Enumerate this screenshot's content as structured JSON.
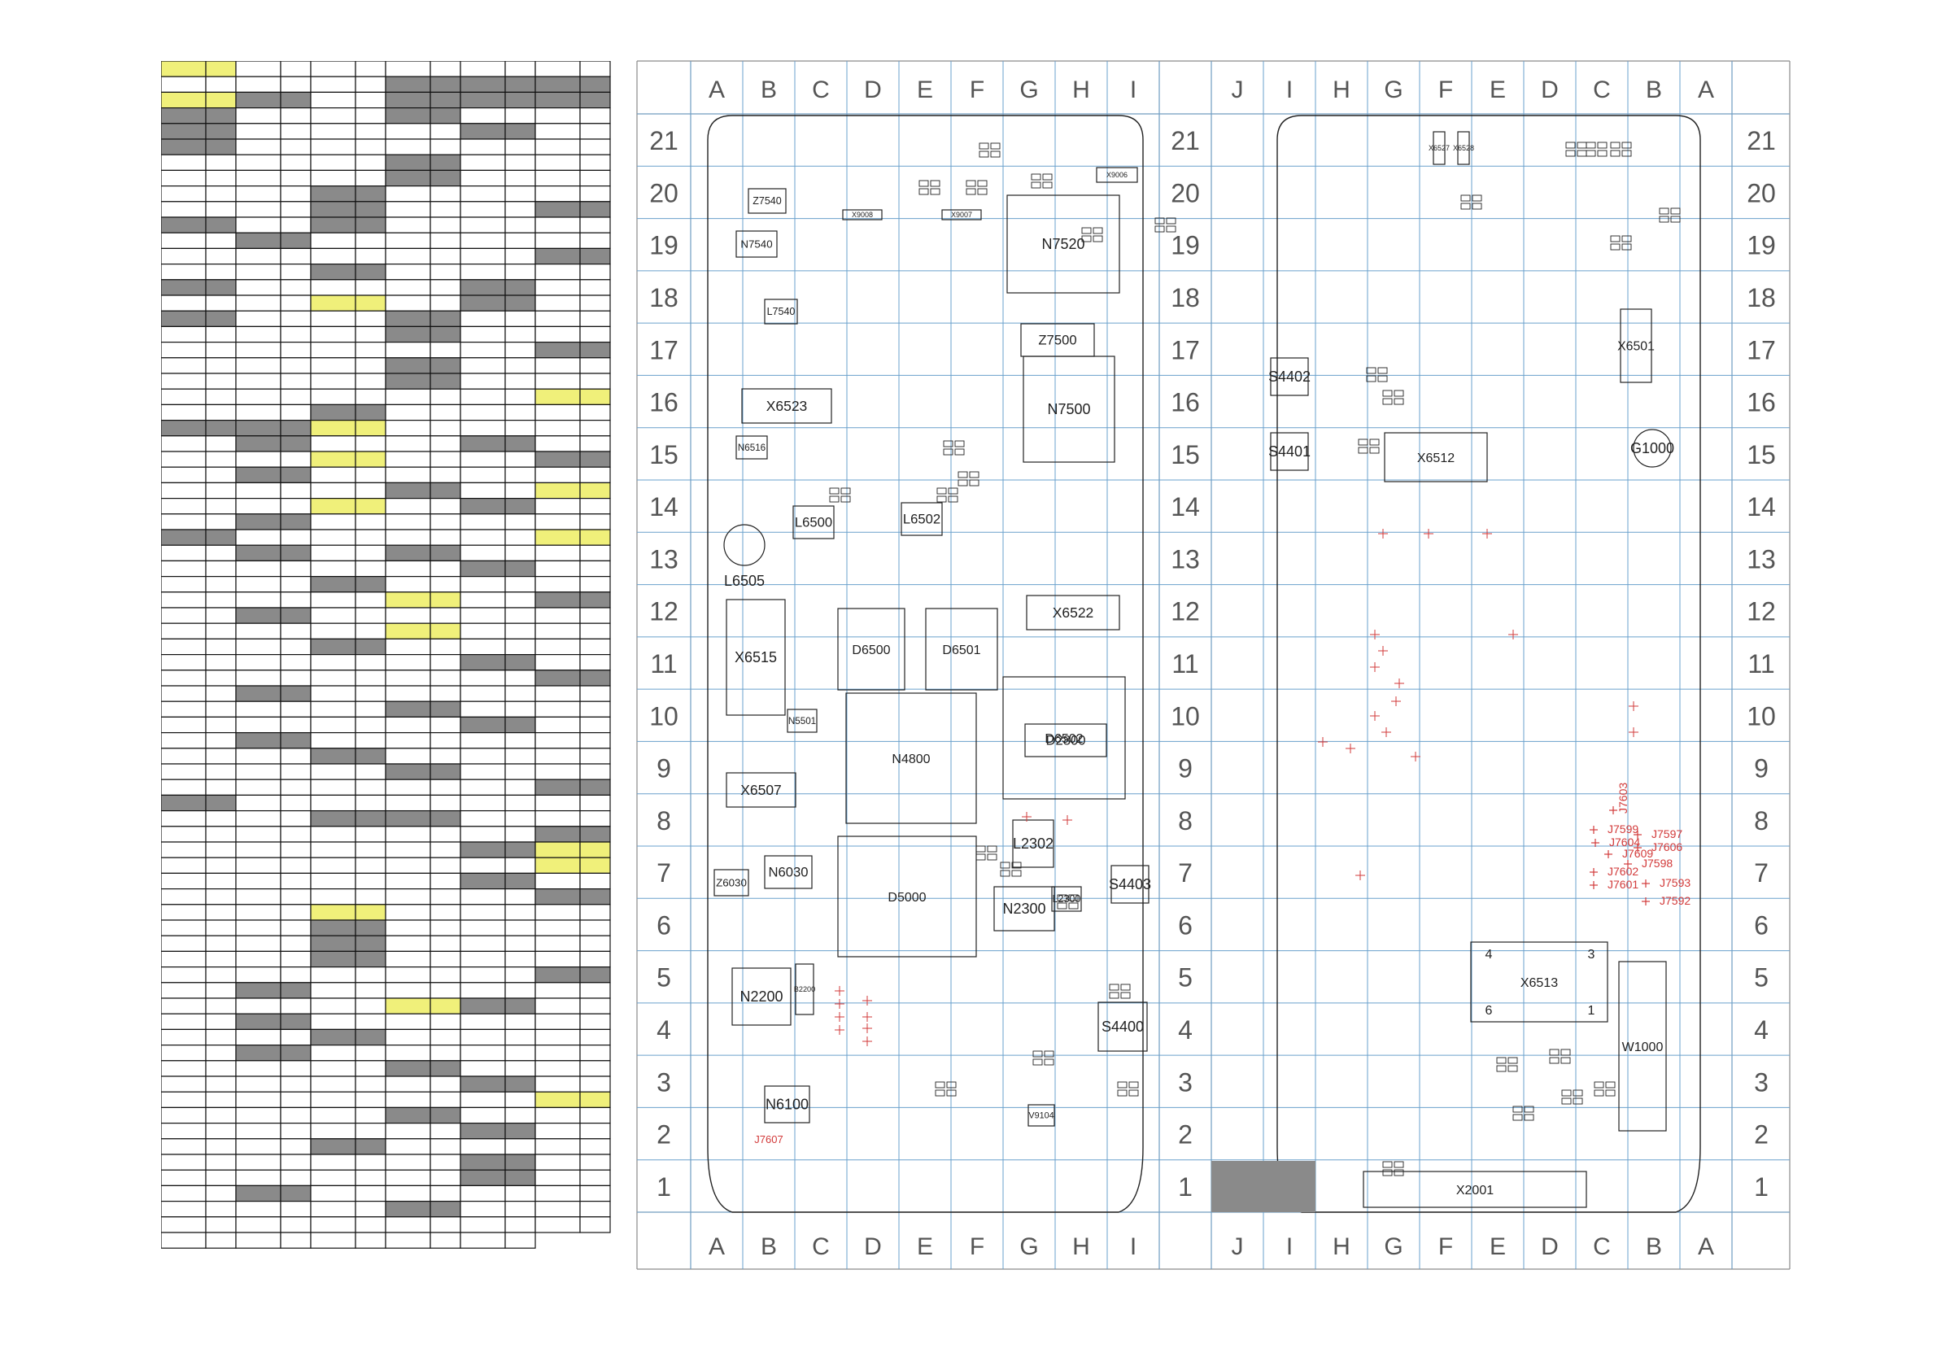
{
  "colors": {
    "grid": "#6aa0cc",
    "ink": "#222222",
    "cell_dark": "#8a8a8a",
    "cell_yellow": "#f0f07a",
    "test_point": "#d23a3a",
    "frame": "#8a8a8a"
  },
  "sheet": {
    "columns_left": [
      "A",
      "B",
      "C",
      "D",
      "E",
      "F",
      "G",
      "H",
      "I"
    ],
    "columns_right": [
      "J",
      "I",
      "H",
      "G",
      "F",
      "E",
      "D",
      "C",
      "B",
      "A"
    ],
    "rows": [
      "21",
      "20",
      "19",
      "18",
      "17",
      "16",
      "15",
      "14",
      "13",
      "12",
      "11",
      "10",
      "9",
      "8",
      "7",
      "6",
      "5",
      "4",
      "3",
      "2",
      "1"
    ]
  },
  "table": {
    "rows": 76,
    "cols": 12,
    "dark_cells": [
      [
        2,
        2
      ],
      [
        2,
        3
      ],
      [
        2,
        6
      ],
      [
        2,
        7
      ],
      [
        2,
        8
      ],
      [
        2,
        9
      ],
      [
        2,
        10
      ],
      [
        2,
        11
      ],
      [
        1,
        6
      ],
      [
        1,
        7
      ],
      [
        1,
        8
      ],
      [
        1,
        9
      ],
      [
        1,
        10
      ],
      [
        1,
        11
      ],
      [
        3,
        0
      ],
      [
        3,
        1
      ],
      [
        3,
        6
      ],
      [
        3,
        7
      ],
      [
        4,
        0
      ],
      [
        4,
        1
      ],
      [
        4,
        8
      ],
      [
        4,
        9
      ],
      [
        5,
        0
      ],
      [
        5,
        1
      ],
      [
        6,
        6
      ],
      [
        6,
        7
      ],
      [
        7,
        6
      ],
      [
        7,
        7
      ],
      [
        8,
        4
      ],
      [
        8,
        5
      ],
      [
        9,
        4
      ],
      [
        9,
        5
      ],
      [
        9,
        10
      ],
      [
        9,
        11
      ],
      [
        10,
        0
      ],
      [
        10,
        1
      ],
      [
        10,
        4
      ],
      [
        10,
        5
      ],
      [
        11,
        2
      ],
      [
        11,
        3
      ],
      [
        12,
        10
      ],
      [
        12,
        11
      ],
      [
        13,
        4
      ],
      [
        13,
        5
      ],
      [
        14,
        0
      ],
      [
        14,
        1
      ],
      [
        14,
        8
      ],
      [
        14,
        9
      ],
      [
        15,
        8
      ],
      [
        15,
        9
      ],
      [
        16,
        0
      ],
      [
        16,
        1
      ],
      [
        16,
        6
      ],
      [
        16,
        7
      ],
      [
        17,
        6
      ],
      [
        17,
        7
      ],
      [
        18,
        10
      ],
      [
        18,
        11
      ],
      [
        19,
        6
      ],
      [
        19,
        7
      ],
      [
        20,
        6
      ],
      [
        20,
        7
      ],
      [
        21,
        10
      ],
      [
        21,
        11
      ],
      [
        22,
        4
      ],
      [
        22,
        5
      ],
      [
        23,
        0
      ],
      [
        23,
        1
      ],
      [
        23,
        2
      ],
      [
        23,
        3
      ],
      [
        24,
        2
      ],
      [
        24,
        3
      ],
      [
        24,
        8
      ],
      [
        24,
        9
      ],
      [
        25,
        10
      ],
      [
        25,
        11
      ],
      [
        26,
        2
      ],
      [
        26,
        3
      ],
      [
        27,
        6
      ],
      [
        27,
        7
      ],
      [
        28,
        8
      ],
      [
        28,
        9
      ],
      [
        29,
        2
      ],
      [
        29,
        3
      ],
      [
        30,
        0
      ],
      [
        30,
        1
      ],
      [
        30,
        10
      ],
      [
        30,
        11
      ],
      [
        31,
        2
      ],
      [
        31,
        3
      ],
      [
        31,
        6
      ],
      [
        31,
        7
      ],
      [
        32,
        8
      ],
      [
        32,
        9
      ],
      [
        33,
        4
      ],
      [
        33,
        5
      ],
      [
        34,
        10
      ],
      [
        34,
        11
      ],
      [
        35,
        2
      ],
      [
        35,
        3
      ],
      [
        36,
        6
      ],
      [
        36,
        7
      ],
      [
        37,
        4
      ],
      [
        37,
        5
      ],
      [
        38,
        8
      ],
      [
        38,
        9
      ],
      [
        39,
        10
      ],
      [
        39,
        11
      ],
      [
        40,
        2
      ],
      [
        40,
        3
      ],
      [
        41,
        6
      ],
      [
        41,
        7
      ],
      [
        42,
        8
      ],
      [
        42,
        9
      ],
      [
        43,
        2
      ],
      [
        43,
        3
      ],
      [
        44,
        4
      ],
      [
        44,
        5
      ],
      [
        45,
        6
      ],
      [
        45,
        7
      ],
      [
        46,
        10
      ],
      [
        46,
        11
      ],
      [
        47,
        0
      ],
      [
        47,
        1
      ],
      [
        48,
        4
      ],
      [
        48,
        5
      ],
      [
        48,
        6
      ],
      [
        48,
        7
      ],
      [
        49,
        10
      ],
      [
        49,
        11
      ],
      [
        50,
        8
      ],
      [
        50,
        9
      ],
      [
        51,
        10
      ],
      [
        51,
        11
      ],
      [
        52,
        8
      ],
      [
        52,
        9
      ],
      [
        53,
        10
      ],
      [
        53,
        11
      ],
      [
        54,
        4
      ],
      [
        54,
        5
      ],
      [
        55,
        4
      ],
      [
        55,
        5
      ],
      [
        56,
        4
      ],
      [
        56,
        5
      ],
      [
        57,
        4
      ],
      [
        57,
        5
      ],
      [
        58,
        10
      ],
      [
        58,
        11
      ],
      [
        59,
        2
      ],
      [
        59,
        3
      ],
      [
        60,
        8
      ],
      [
        60,
        9
      ],
      [
        61,
        2
      ],
      [
        61,
        3
      ],
      [
        62,
        4
      ],
      [
        62,
        5
      ],
      [
        63,
        2
      ],
      [
        63,
        3
      ],
      [
        64,
        6
      ],
      [
        64,
        7
      ],
      [
        65,
        8
      ],
      [
        65,
        9
      ],
      [
        66,
        10
      ],
      [
        66,
        11
      ],
      [
        67,
        6
      ],
      [
        67,
        7
      ],
      [
        68,
        8
      ],
      [
        68,
        9
      ],
      [
        69,
        4
      ],
      [
        69,
        5
      ],
      [
        70,
        8
      ],
      [
        70,
        9
      ],
      [
        71,
        8
      ],
      [
        71,
        9
      ],
      [
        72,
        2
      ],
      [
        72,
        3
      ],
      [
        73,
        6
      ],
      [
        73,
        7
      ]
    ],
    "yellow_cells": [
      [
        0,
        0
      ],
      [
        0,
        1
      ],
      [
        2,
        0
      ],
      [
        2,
        1
      ],
      [
        15,
        4
      ],
      [
        15,
        5
      ],
      [
        21,
        10
      ],
      [
        21,
        11
      ],
      [
        23,
        4
      ],
      [
        23,
        5
      ],
      [
        25,
        4
      ],
      [
        25,
        5
      ],
      [
        27,
        10
      ],
      [
        27,
        11
      ],
      [
        28,
        4
      ],
      [
        28,
        5
      ],
      [
        30,
        10
      ],
      [
        30,
        11
      ],
      [
        34,
        6
      ],
      [
        34,
        7
      ],
      [
        36,
        6
      ],
      [
        36,
        7
      ],
      [
        50,
        10
      ],
      [
        50,
        11
      ],
      [
        51,
        10
      ],
      [
        51,
        11
      ],
      [
        54,
        4
      ],
      [
        54,
        5
      ],
      [
        60,
        6
      ],
      [
        60,
        7
      ],
      [
        66,
        10
      ],
      [
        66,
        11
      ]
    ]
  },
  "components": {
    "left": [
      {
        "ref": "Z7540"
      },
      {
        "ref": "N7540"
      },
      {
        "ref": "L7540"
      },
      {
        "ref": "X6523"
      },
      {
        "ref": "N6516"
      },
      {
        "ref": "L6500"
      },
      {
        "ref": "L6505"
      },
      {
        "ref": "X6515"
      },
      {
        "ref": "N5501"
      },
      {
        "ref": "X6507"
      },
      {
        "ref": "Z6030"
      },
      {
        "ref": "N6030"
      },
      {
        "ref": "N2200"
      },
      {
        "ref": "B2200"
      },
      {
        "ref": "N6100"
      },
      {
        "ref": "X9008"
      },
      {
        "ref": "X9007"
      },
      {
        "ref": "L6502"
      },
      {
        "ref": "D6500"
      },
      {
        "ref": "D6501"
      },
      {
        "ref": "N4800"
      },
      {
        "ref": "D5000"
      },
      {
        "ref": "N7520"
      },
      {
        "ref": "X9006"
      },
      {
        "ref": "Z7500"
      },
      {
        "ref": "N7500"
      },
      {
        "ref": "X6522"
      },
      {
        "ref": "D6502"
      },
      {
        "ref": "D2800"
      },
      {
        "ref": "L2302"
      },
      {
        "ref": "N2300"
      },
      {
        "ref": "L2300"
      },
      {
        "ref": "S4403"
      },
      {
        "ref": "S4400"
      },
      {
        "ref": "V9104"
      },
      {
        "ref": "J7607"
      }
    ],
    "right": [
      {
        "ref": "X6527"
      },
      {
        "ref": "X6528"
      },
      {
        "ref": "X6501"
      },
      {
        "ref": "S4402"
      },
      {
        "ref": "S4401"
      },
      {
        "ref": "X6512"
      },
      {
        "ref": "G1000"
      },
      {
        "ref": "X6513"
      },
      {
        "ref": "W1000"
      },
      {
        "ref": "X2001"
      }
    ],
    "pins": [
      "4",
      "3",
      "6",
      "1"
    ]
  },
  "test_points": [
    {
      "ref": "J7599"
    },
    {
      "ref": "J7604"
    },
    {
      "ref": "J7609"
    },
    {
      "ref": "J7597"
    },
    {
      "ref": "J7606"
    },
    {
      "ref": "J7598"
    },
    {
      "ref": "J7602"
    },
    {
      "ref": "J7601"
    },
    {
      "ref": "J7603"
    },
    {
      "ref": "J7593"
    },
    {
      "ref": "J7592"
    }
  ]
}
